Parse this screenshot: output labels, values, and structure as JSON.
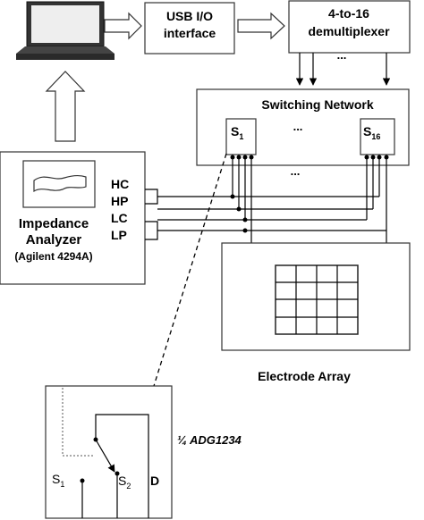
{
  "usb": {
    "line1": "USB I/O",
    "line2": "interface"
  },
  "demux": {
    "line1": "4-to-16",
    "line2": "demultiplexer",
    "ellipsis": "..."
  },
  "switching": {
    "title": "Switching Network",
    "s1": "S",
    "s1_sub": "1",
    "s16": "S",
    "s16_sub": "16",
    "ellipsis_top": "...",
    "ellipsis_bottom": "..."
  },
  "analyzer": {
    "line1": "Impedance",
    "line2": "Analyzer",
    "model": "(Agilent 4294A)",
    "ports": [
      "HC",
      "HP",
      "LC",
      "LP"
    ]
  },
  "electrode": {
    "label": "Electrode Array"
  },
  "detail": {
    "part": "¼ ADG1234",
    "s1": "S",
    "s1_sub": "1",
    "s2": "S",
    "s2_sub": "2",
    "d": "D"
  }
}
